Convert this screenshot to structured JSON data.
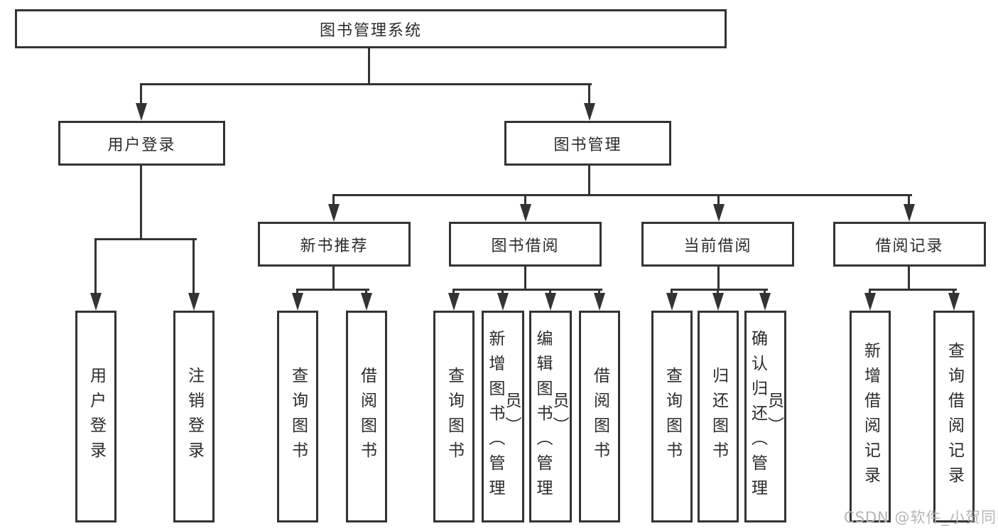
{
  "diagram": {
    "title": "图书管理系统",
    "level2": {
      "user_login": "用户登录",
      "book_mgmt": "图书管理"
    },
    "level3": {
      "new_book_rec": "新书推荐",
      "book_borrow": "图书借阅",
      "current_borrow": "当前借阅",
      "borrow_record": "借阅记录"
    },
    "leaves": {
      "user_login_1": "用户登录",
      "user_login_2": "注销登录",
      "new_book_rec_1": "查询图书",
      "new_book_rec_2": "借阅图书",
      "book_borrow_1": "查询图书",
      "book_borrow_2": "新增图书（管理员）",
      "book_borrow_3": "编辑图书（管理员）",
      "book_borrow_4": "借阅图书",
      "current_borrow_1": "查询图书",
      "current_borrow_2": "归还图书",
      "current_borrow_3": "确认归还（管理员）",
      "borrow_record_1": "新增借阅记录",
      "borrow_record_2": "查询借阅记录"
    },
    "watermark": "CSDN @软件_小贺同学",
    "colors": {
      "line": "#333333",
      "text": "#2b2b2b",
      "watermark_color": "#b5b5b5",
      "background": "#ffffff"
    }
  }
}
